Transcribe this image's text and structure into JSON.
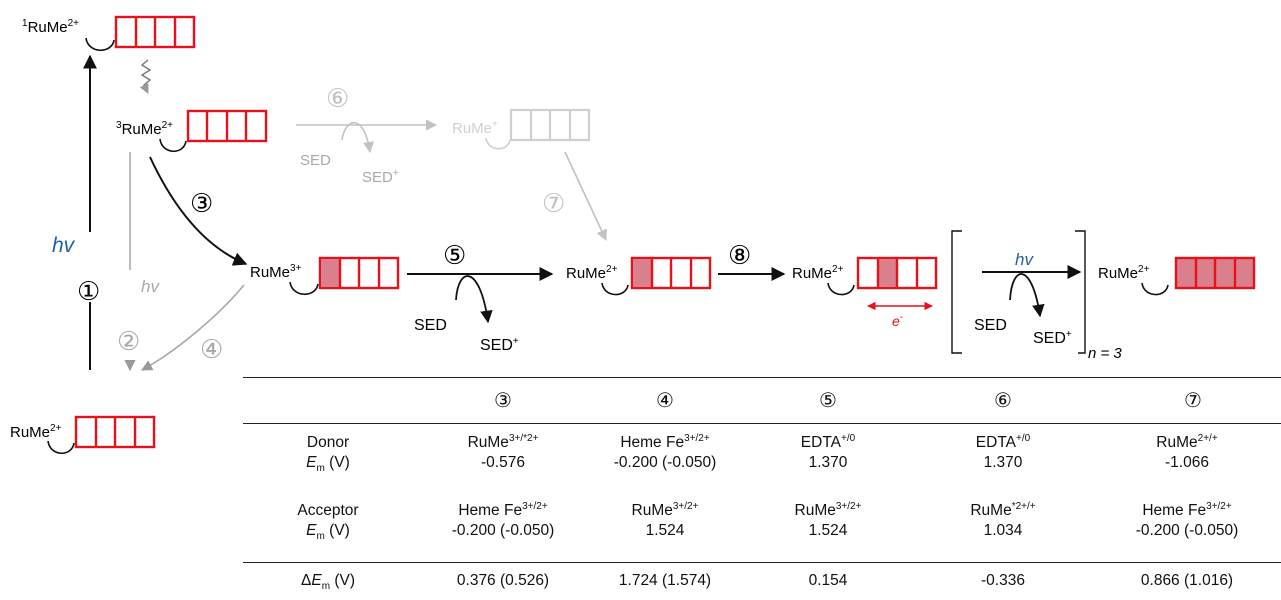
{
  "scheme": {
    "species": {
      "singlet": "RuMe",
      "singlet_pre": "1",
      "singlet_charge": "2+",
      "triplet": "RuMe",
      "triplet_pre": "3",
      "triplet_charge": "2+",
      "reduced": "RuMe",
      "reduced_charge": "+",
      "oxidized": "RuMe",
      "oxidized_charge": "3+",
      "ground": "RuMe",
      "ground_charge": "2+",
      "reduced_heme": "RuMe",
      "reduced_heme_charge": "2+",
      "transfer": "RuMe",
      "transfer_charge": "2+",
      "final": "RuMe",
      "final_charge": "2+"
    },
    "steps": {
      "s1": "①",
      "s2": "②",
      "s3": "③",
      "s4": "④",
      "s5": "⑤",
      "s6": "⑥",
      "s7": "⑦",
      "s8": "⑧"
    },
    "hv": "hv",
    "sed": "SED",
    "sed_plus": "SED",
    "sed_plus_charge": "+",
    "electron": "e",
    "electron_charge": "-",
    "repeat": "n = 3",
    "colors": {
      "heme_red": "#e8101a",
      "heme_fill": "#d9808c",
      "gray": "#a8a8a8",
      "blue": "#1f5fa8"
    }
  },
  "table": {
    "headers": [
      "③",
      "④",
      "⑤",
      "⑥",
      "⑦"
    ],
    "rows": {
      "donor": {
        "label": "Donor",
        "em_label": "E",
        "em_sub": "m",
        "em_unit": " (V)",
        "species": [
          {
            "base": "RuMe",
            "sup": "3+/*2+"
          },
          {
            "base": "Heme Fe",
            "sup": "3+/2+"
          },
          {
            "base": "EDTA",
            "sup": "+/0"
          },
          {
            "base": "EDTA",
            "sup": "+/0"
          },
          {
            "base": "RuMe",
            "sup": "2+/+"
          }
        ],
        "values": [
          "-0.576",
          "-0.200 (-0.050)",
          "1.370",
          "1.370",
          "-1.066"
        ]
      },
      "acceptor": {
        "label": "Acceptor",
        "em_label": "E",
        "em_sub": "m",
        "em_unit": " (V)",
        "species": [
          {
            "base": "Heme Fe",
            "sup": "3+/2+"
          },
          {
            "base": "RuMe",
            "sup": "3+/2+"
          },
          {
            "base": "RuMe",
            "sup": "3+/2+"
          },
          {
            "base": "RuMe",
            "sup": "*2+/+"
          },
          {
            "base": "Heme Fe",
            "sup": "3+/2+"
          }
        ],
        "values": [
          "-0.200 (-0.050)",
          "1.524",
          "1.524",
          "1.034",
          "-0.200 (-0.050)"
        ]
      },
      "delta": {
        "label_delta": "Δ",
        "label_e": "E",
        "label_sub": "m",
        "label_unit": " (V)",
        "values": [
          "0.376 (0.526)",
          "1.724 (1.574)",
          "0.154",
          "-0.336",
          "0.866 (1.016)"
        ]
      }
    }
  }
}
